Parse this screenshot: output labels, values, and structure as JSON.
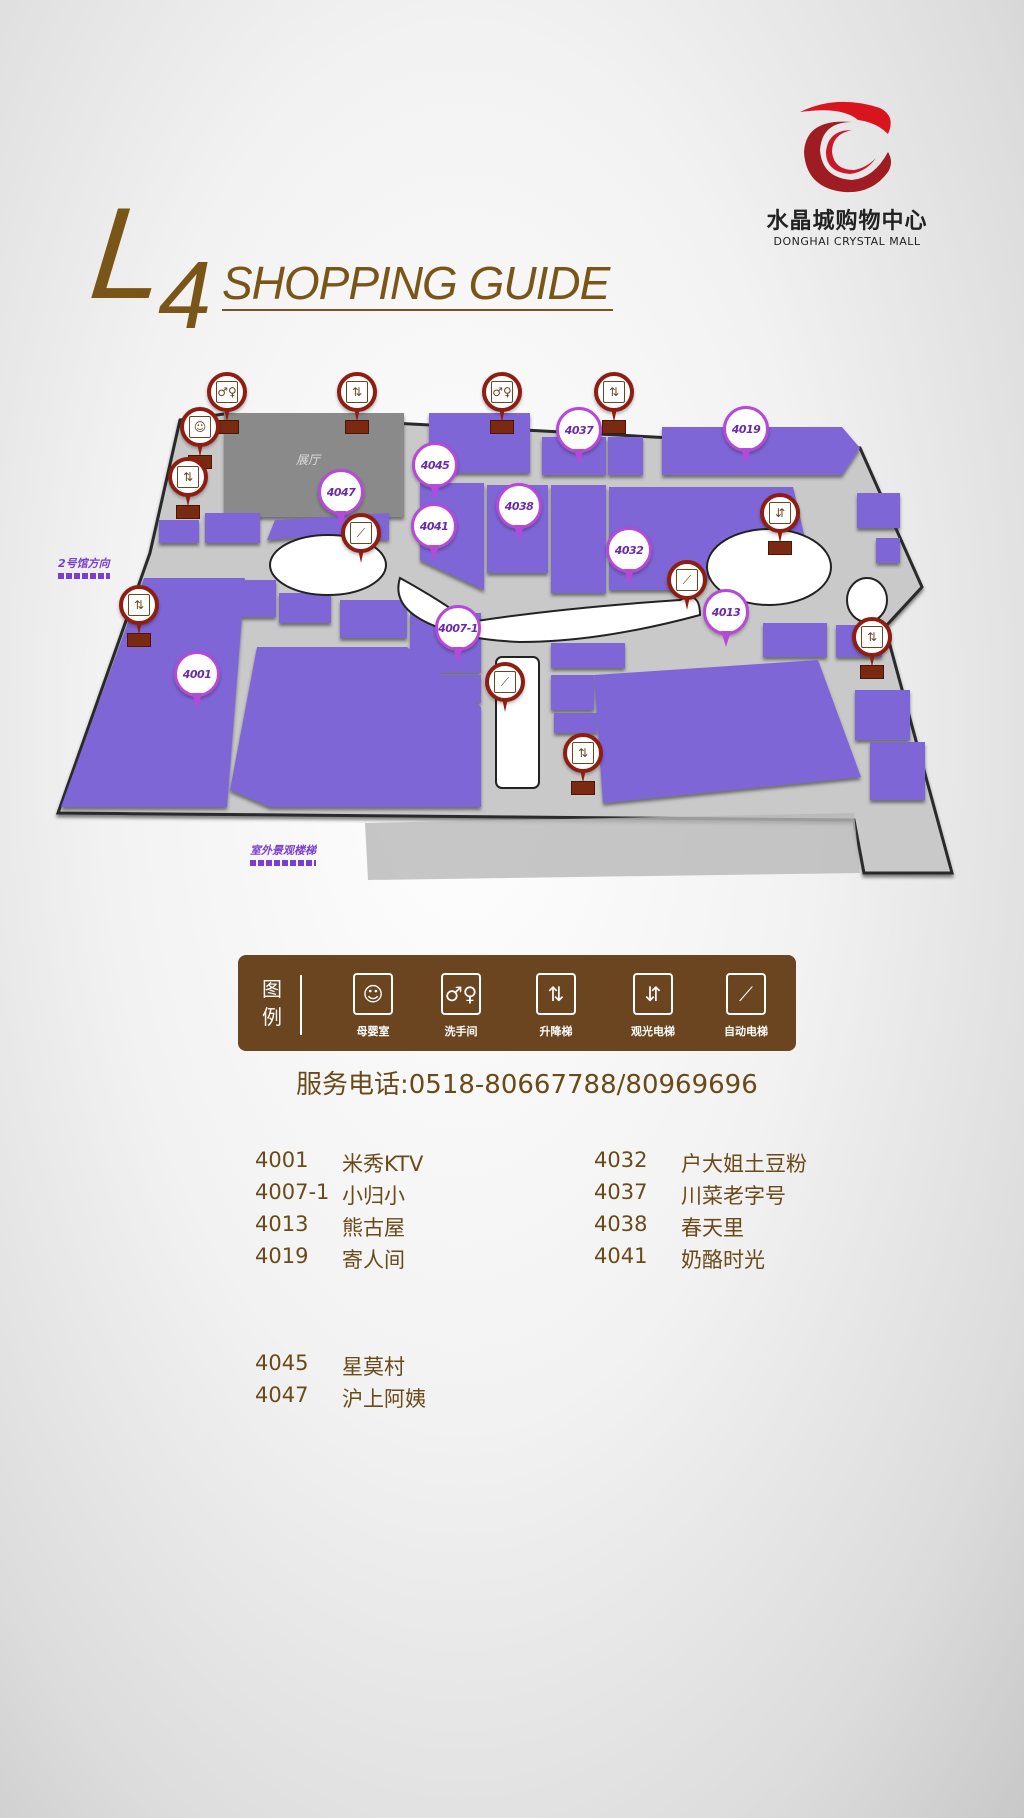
{
  "logo": {
    "cn": "水晶城购物中心",
    "en": "DONGHAI CRYSTAL MALL"
  },
  "title": {
    "floor_l": "L",
    "floor_n": "4",
    "text": "SHOPPING GUIDE"
  },
  "colors": {
    "shop": "#7f66d6",
    "brand": "#6b4420",
    "pin": "#b54ad8",
    "service_pin": "#8e1d12"
  },
  "map": {
    "hall_label": "展厅",
    "dir_hall2": "2号馆方向",
    "dir_stairs": "室外景观楼梯",
    "shop_pins": [
      "4037",
      "4019",
      "4045",
      "4047",
      "4038",
      "4041",
      "4032",
      "4013",
      "4007-1",
      "4001"
    ],
    "service_pins": [
      "restroom-icon",
      "elevator-icon",
      "restroom-icon",
      "elevator-icon",
      "baby-room-icon",
      "elevator-icon",
      "escalator-icon",
      "elevator-icon",
      "escalator-icon",
      "sightseeing-elevator-icon",
      "elevator-icon",
      "escalator-icon",
      "elevator-icon"
    ]
  },
  "legend": {
    "title_1": "图",
    "title_2": "例",
    "items": [
      {
        "icon": "baby-room-icon",
        "label": "母婴室"
      },
      {
        "icon": "restroom-icon",
        "label": "洗手间"
      },
      {
        "icon": "elevator-icon",
        "label": "升降梯"
      },
      {
        "icon": "sightseeing-elevator-icon",
        "label": "观光电梯"
      },
      {
        "icon": "escalator-icon",
        "label": "自动电梯"
      }
    ]
  },
  "phone": "服务电话:0518-80667788/80969696",
  "directory": {
    "left": [
      {
        "no": "4001",
        "name": "米秀KTV"
      },
      {
        "no": "4007-1",
        "name": "小归小"
      },
      {
        "no": "4013",
        "name": "熊古屋"
      },
      {
        "no": "4019",
        "name": "寄人间"
      }
    ],
    "right": [
      {
        "no": "4032",
        "name": "户大姐土豆粉"
      },
      {
        "no": "4037",
        "name": "川菜老字号"
      },
      {
        "no": "4038",
        "name": "春天里"
      },
      {
        "no": "4041",
        "name": "奶酪时光"
      }
    ],
    "bottom": [
      {
        "no": "4045",
        "name": "星莫村"
      },
      {
        "no": "4047",
        "name": "沪上阿姨"
      }
    ]
  }
}
